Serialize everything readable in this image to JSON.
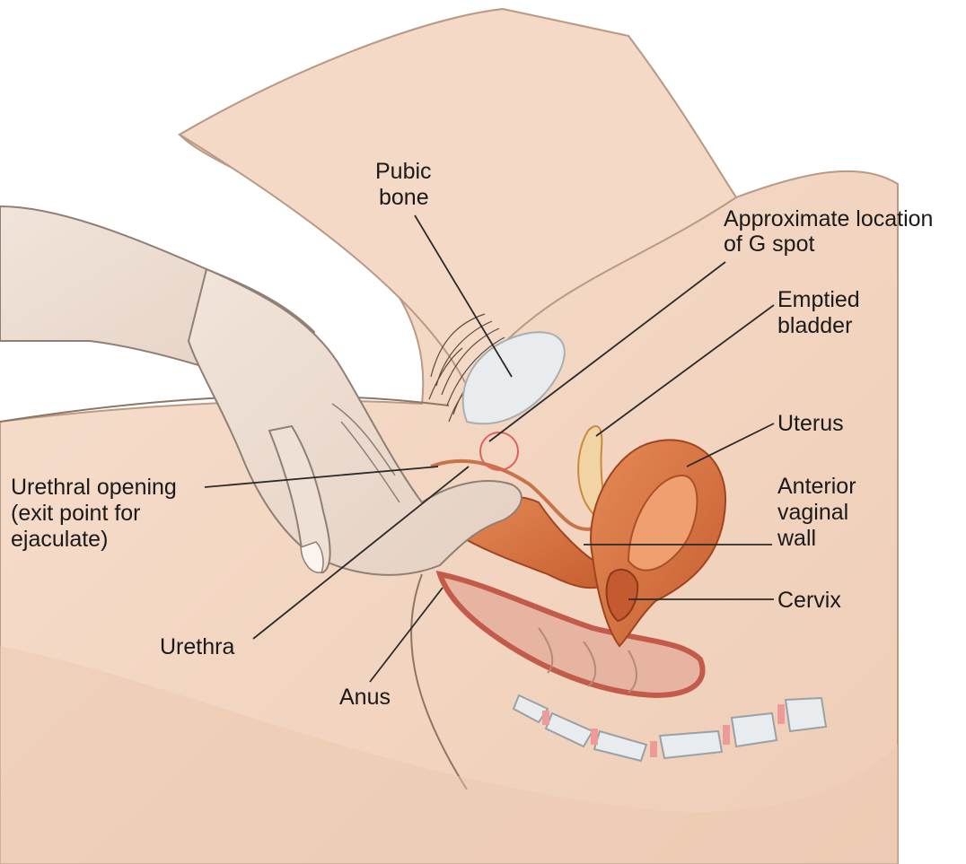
{
  "figure": {
    "type": "anatomical-illustration",
    "colors": {
      "background": "#ffffff",
      "skin": "#f3d6c1",
      "skin_shadow": "#e2b9a0",
      "hand": "#ecdcd0",
      "organ": "#d9733f",
      "organ_dark": "#b4532a",
      "bowel": "#e7b4a2",
      "bone": "#e9ecee",
      "marker": "#e06060",
      "leader_line": "#2a2a2a"
    },
    "labels": {
      "pubic_bone": [
        "Pubic",
        "bone"
      ],
      "g_spot": [
        "Approximate location",
        "of G spot"
      ],
      "bladder": [
        "Emptied",
        "bladder"
      ],
      "uterus": [
        "Uterus"
      ],
      "anterior_vaginal_wall": [
        "Anterior",
        "vaginal",
        "wall"
      ],
      "cervix": [
        "Cervix"
      ],
      "urethral_opening": [
        "Urethral opening",
        "(exit point for",
        "ejaculate)"
      ],
      "urethra": [
        "Urethra"
      ],
      "anus": [
        "Anus"
      ]
    }
  }
}
